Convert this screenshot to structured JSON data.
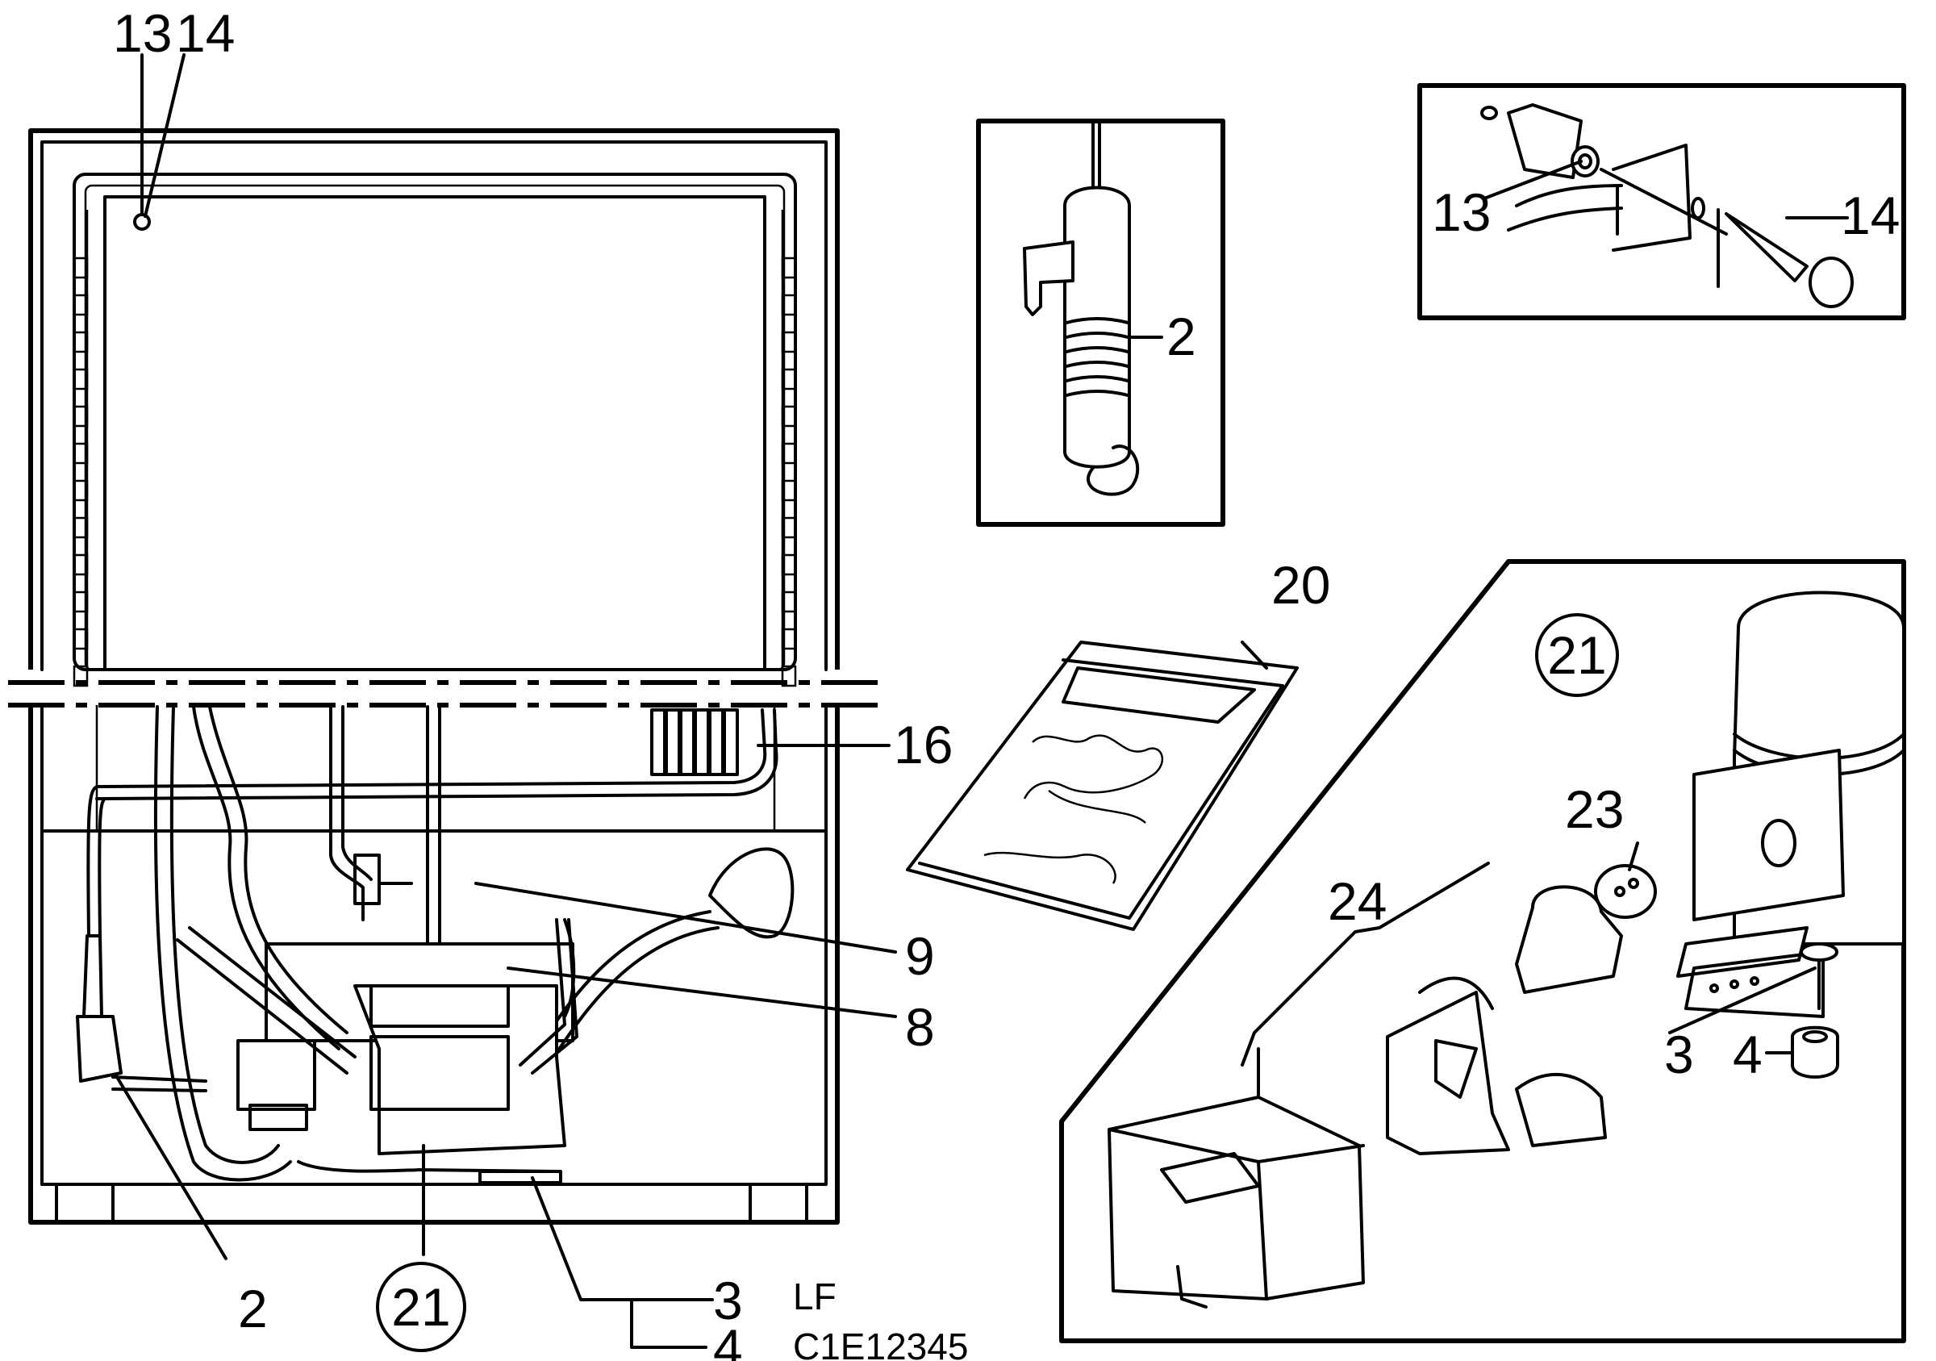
{
  "callouts": {
    "c13_top": "13",
    "c14_top": "14",
    "c2_thermostat": "2",
    "c13_lamp": "13",
    "c14_lamp": "14",
    "c20": "20",
    "c16": "16",
    "c9": "9",
    "c8": "8",
    "c21_kit": "21",
    "c23": "23",
    "c24": "24",
    "c3_kit": "3",
    "c4_kit": "4",
    "c2_bottom": "2",
    "c21_bottom": "21",
    "c3_bottom": "3",
    "c4_bottom": "4"
  },
  "notes": {
    "variant": "LF",
    "drawing_code": "C1E12345"
  }
}
